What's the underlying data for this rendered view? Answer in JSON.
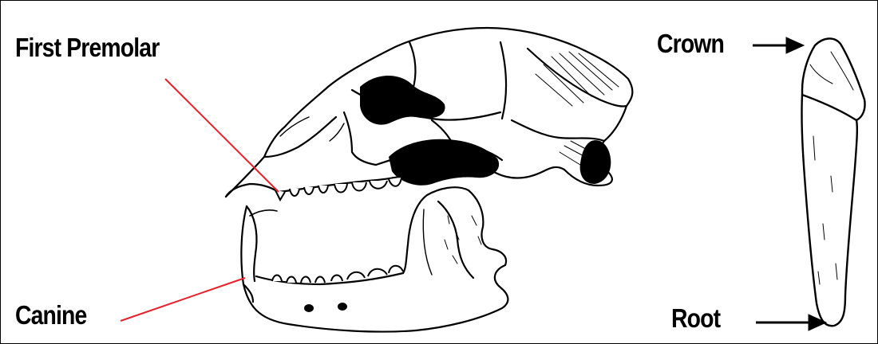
{
  "labels": {
    "first_premolar": "First Premolar",
    "canine": "Canine",
    "crown": "Crown",
    "root": "Root"
  },
  "colors": {
    "pointer_line": "#e8202a",
    "ink": "#000000",
    "background": "#ffffff"
  }
}
